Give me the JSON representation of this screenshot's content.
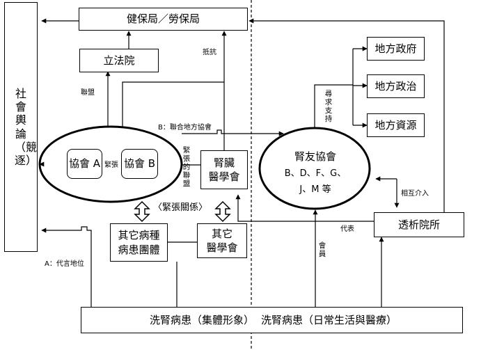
{
  "nodes": {
    "nhi_bureau": "健保局／勞保局",
    "legislative_yuan": "立法院",
    "social_opinion": "社會輿論（競逐）",
    "assoc_a": "協會 A",
    "assoc_b": "協會 B",
    "tension_small": "緊張",
    "nephrology_society": [
      "腎臟",
      "醫學會"
    ],
    "kidney_friends_title": "腎友協會",
    "kidney_friends_line2": "B、D、F、G、",
    "kidney_friends_line3": "J、M 等",
    "local_government": "地方政府",
    "local_politics": "地方政治",
    "local_resources": "地方資源",
    "other_disease_groups": [
      "其它病種",
      "病患團體"
    ],
    "other_medical_societies": [
      "其它",
      "醫學會"
    ],
    "dialysis_clinic": "透析院所",
    "patients_collective": "洗腎病患（集體形象）",
    "patients_daily": "洗腎病患（日常生活與醫療）"
  },
  "labels": {
    "resist": "抵抗",
    "alliance": "聯盟",
    "b_join_local": "B：聯合地方協會",
    "tense_alliance": "緊張的聯盟",
    "seek_support": "尋求支持",
    "tension_relation": "〈緊張關係〉",
    "mutual_intervention": "相互介入",
    "represent": "代表",
    "member": "會員",
    "a_advocacy": "A：代言地位"
  }
}
